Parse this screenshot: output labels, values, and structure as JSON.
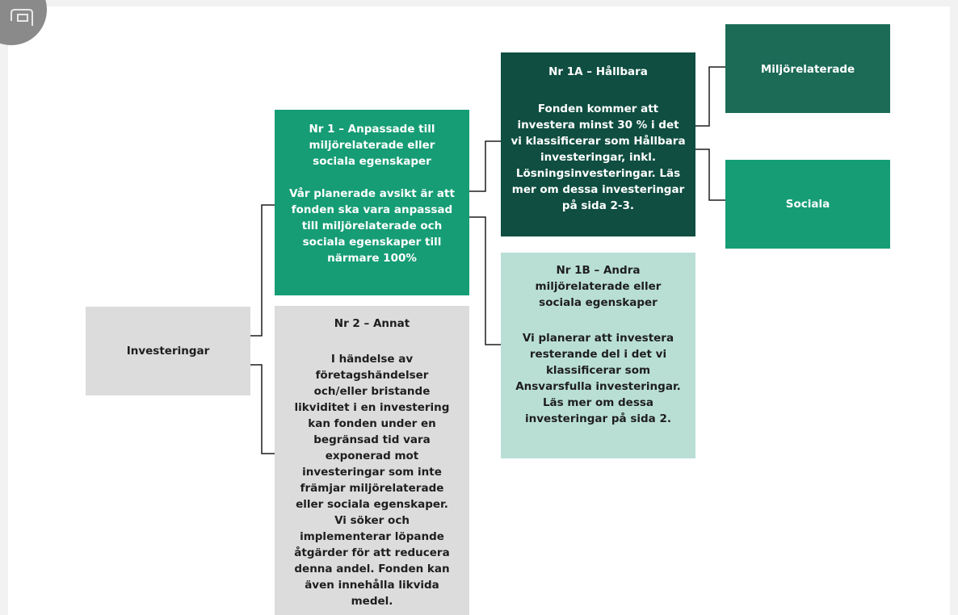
{
  "colors": {
    "green": "#169d75",
    "dark_green": "#0f4e41",
    "mid_green": "#1b6b57",
    "light_green": "#b9dfd5",
    "grey": "#dcdcdc"
  },
  "nodes": {
    "root": {
      "label": "Investeringar"
    },
    "n1": {
      "title": "Nr 1 – Anpassade till miljörelaterade eller sociala egenskaper",
      "body": "Vår planerade avsikt är att fonden ska vara anpassad till miljörelaterade och sociala egenskaper till närmare 100%"
    },
    "n2": {
      "title": "Nr 2 – Annat",
      "body": "I händelse av företagshändelser och/eller bristande likviditet i en investering kan fonden under en begränsad tid vara exponerad mot investeringar som inte främjar miljörelaterade eller sociala egenskaper. Vi söker och implementerar löpande åtgärder för att reducera denna andel. Fonden kan även innehålla likvida medel."
    },
    "n1a": {
      "title": "Nr 1A – Hållbara",
      "body": "Fonden kommer att investera minst 30 % i det vi klassificerar som Hållbara investeringar, inkl. Lösningsinvesteringar. Läs mer om dessa investeringar på sida 2-3."
    },
    "n1b": {
      "title": "Nr 1B – Andra miljörelaterade eller sociala egenskaper",
      "body": "Vi planerar att investera resterande del i det vi klassificerar som Ansvarsfulla investeringar. Läs mer om dessa investeringar på sida 2."
    },
    "env": {
      "label": "Miljörelaterade"
    },
    "soc": {
      "label": "Sociala"
    }
  }
}
